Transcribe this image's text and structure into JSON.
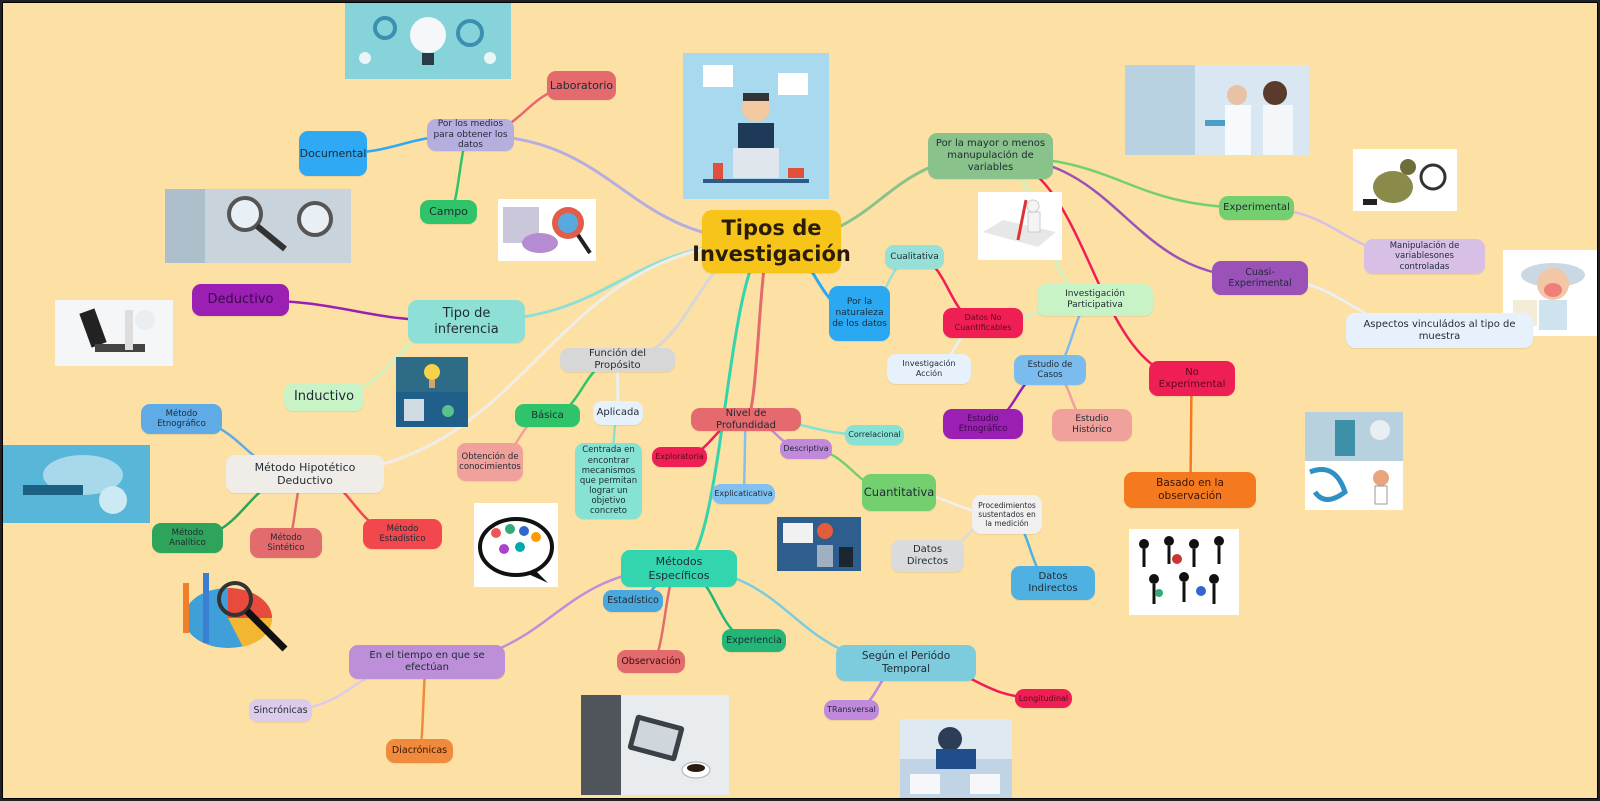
{
  "map": {
    "background": "#fde1a4",
    "central": {
      "label": "Tipos de Investigación",
      "color": "#f7c51a"
    },
    "nodes": {
      "laboratorio": {
        "label": "Laboratorio",
        "color": "#e46a6e"
      },
      "medios": {
        "label": "Por los medios para obtener los datos",
        "color": "#b7aee0"
      },
      "documental": {
        "label": "Documental",
        "color": "#2fa9f3"
      },
      "campo": {
        "label": "Campo",
        "color": "#2fc46a"
      },
      "tipo_inferencia": {
        "label": "Tipo de inferencia",
        "color": "#8ee0d6"
      },
      "deductivo": {
        "label": "Deductivo",
        "color": "#9b1fb3"
      },
      "inductivo": {
        "label": "Inductivo",
        "color": "#c8f3c6"
      },
      "funcion_proposito": {
        "label": "Función del Propósito",
        "color": "#d7d7d7"
      },
      "basica": {
        "label": "Básica",
        "color": "#2fc46a"
      },
      "aplicada": {
        "label": "Aplicada",
        "color": "#e6f1fc"
      },
      "centrada": {
        "label": "Centrada en encontrar mecanismos que permitan lograr un objetivo concreto",
        "color": "#86e2d2"
      },
      "obtencion": {
        "label": "Obtención de conocimientos",
        "color": "#f0a19b"
      },
      "hipotetico": {
        "label": "Método Hipotético Deductivo",
        "color": "#f0ede8"
      },
      "etnografico_m": {
        "label": "Método Etnográfico",
        "color": "#5eabe6"
      },
      "analitico": {
        "label": "Método Analítico",
        "color": "#2ea35a"
      },
      "sintetico": {
        "label": "Método Sintético",
        "color": "#e26b6d"
      },
      "estadistico_m": {
        "label": "Método Estadístico",
        "color": "#f2484d"
      },
      "nivel_profundidad": {
        "label": "Nivel de Profundidad",
        "color": "#e46a6e"
      },
      "exploratoria": {
        "label": "Exploratoria",
        "color": "#ef1f55"
      },
      "explicativa": {
        "label": "Explicaticativa",
        "color": "#80c1f2"
      },
      "descriptiva": {
        "label": "Descriptiva",
        "color": "#c089dc"
      },
      "correlacional": {
        "label": "Correlacional",
        "color": "#86e2d2"
      },
      "cuantitativa": {
        "label": "Cuantitativa",
        "color": "#74d06f"
      },
      "procedimientos": {
        "label": "Procedimientos sustentados en la medición",
        "color": "#f2f0ee"
      },
      "datos_directos": {
        "label": "Datos Directos",
        "color": "#d9dbdc"
      },
      "datos_indirectos": {
        "label": "Datos Indirectos",
        "color": "#4fb1e2"
      },
      "naturaleza": {
        "label": "Por la naturaleza de los datos",
        "color": "#2aa8f2"
      },
      "cualitativa": {
        "label": "Cualitativa",
        "color": "#97e0d7"
      },
      "no_cuantificables": {
        "label": "Datos No Cuantificables",
        "color": "#ef1f55"
      },
      "investigacion_accion": {
        "label": "Investigación Acción",
        "color": "#e6f1fc"
      },
      "manipulacion_vars": {
        "label": "Por la mayor o menos manupulación de variables",
        "color": "#89c28a"
      },
      "experimental": {
        "label": "Experimental",
        "color": "#74d06f"
      },
      "manipulacion_controladas": {
        "label": "Manipulación de variablesones controladas",
        "color": "#d8bfe6"
      },
      "cuasi": {
        "label": "Cuasi-Experimental",
        "color": "#9a52b8"
      },
      "aspectos": {
        "label": "Aspectos vinculádos al tipo de muestra",
        "color": "#e6f1fc"
      },
      "participativa": {
        "label": "Investigación Participativa",
        "color": "#c8f3c6"
      },
      "estudio_casos": {
        "label": "Estudio de Casos",
        "color": "#7bbcef"
      },
      "estudio_etnografico": {
        "label": "Estudio Etnográfico",
        "color": "#9b1fb3"
      },
      "estudio_historico": {
        "label": "Estudio Histórico",
        "color": "#f0a19b"
      },
      "no_experimental": {
        "label": "No Experimental",
        "color": "#ef1f55"
      },
      "basado_observacion": {
        "label": "Basado en la observación",
        "color": "#f57a1f"
      },
      "metodos_especificos": {
        "label": "Métodos Específicos",
        "color": "#33d5ae"
      },
      "estadistico": {
        "label": "Estadístico",
        "color": "#4aa8de"
      },
      "observacion": {
        "label": "Observación",
        "color": "#e26b6d"
      },
      "experiencia": {
        "label": "Experiencia",
        "color": "#23b777"
      },
      "tiempo": {
        "label": "En el tiempo en que se efectúan",
        "color": "#bd8fd9"
      },
      "sincronicas": {
        "label": "Sincrónicas",
        "color": "#dccbea"
      },
      "diacronicas": {
        "label": "Diacrónicas",
        "color": "#f08a3c"
      },
      "periodo": {
        "label": "Según el Periódo Temporal",
        "color": "#7cccde"
      },
      "transversal": {
        "label": "TRansversal",
        "color": "#c089dc"
      },
      "longitudinal": {
        "label": "Longitudinal",
        "color": "#ef1f55"
      }
    },
    "images": [
      {
        "name": "lightbulb-gears-image"
      },
      {
        "name": "researcher-laptop-image"
      },
      {
        "name": "lab-scientists-image"
      },
      {
        "name": "detective-magnifier-image"
      },
      {
        "name": "magnifier-documents-image"
      },
      {
        "name": "charts-magnifier-image"
      },
      {
        "name": "checklist-figure-image"
      },
      {
        "name": "professor-cartoon-image"
      },
      {
        "name": "microscope-image"
      },
      {
        "name": "idea-office-image"
      },
      {
        "name": "scientist-blue-image"
      },
      {
        "name": "lab-collage-image"
      },
      {
        "name": "people-speech-bubble-image"
      },
      {
        "name": "calculator-desk-image"
      },
      {
        "name": "dancing-figures-image"
      },
      {
        "name": "pie-chart-magnifier-image"
      },
      {
        "name": "tablet-reading-image"
      },
      {
        "name": "analyst-charts-image"
      }
    ]
  }
}
